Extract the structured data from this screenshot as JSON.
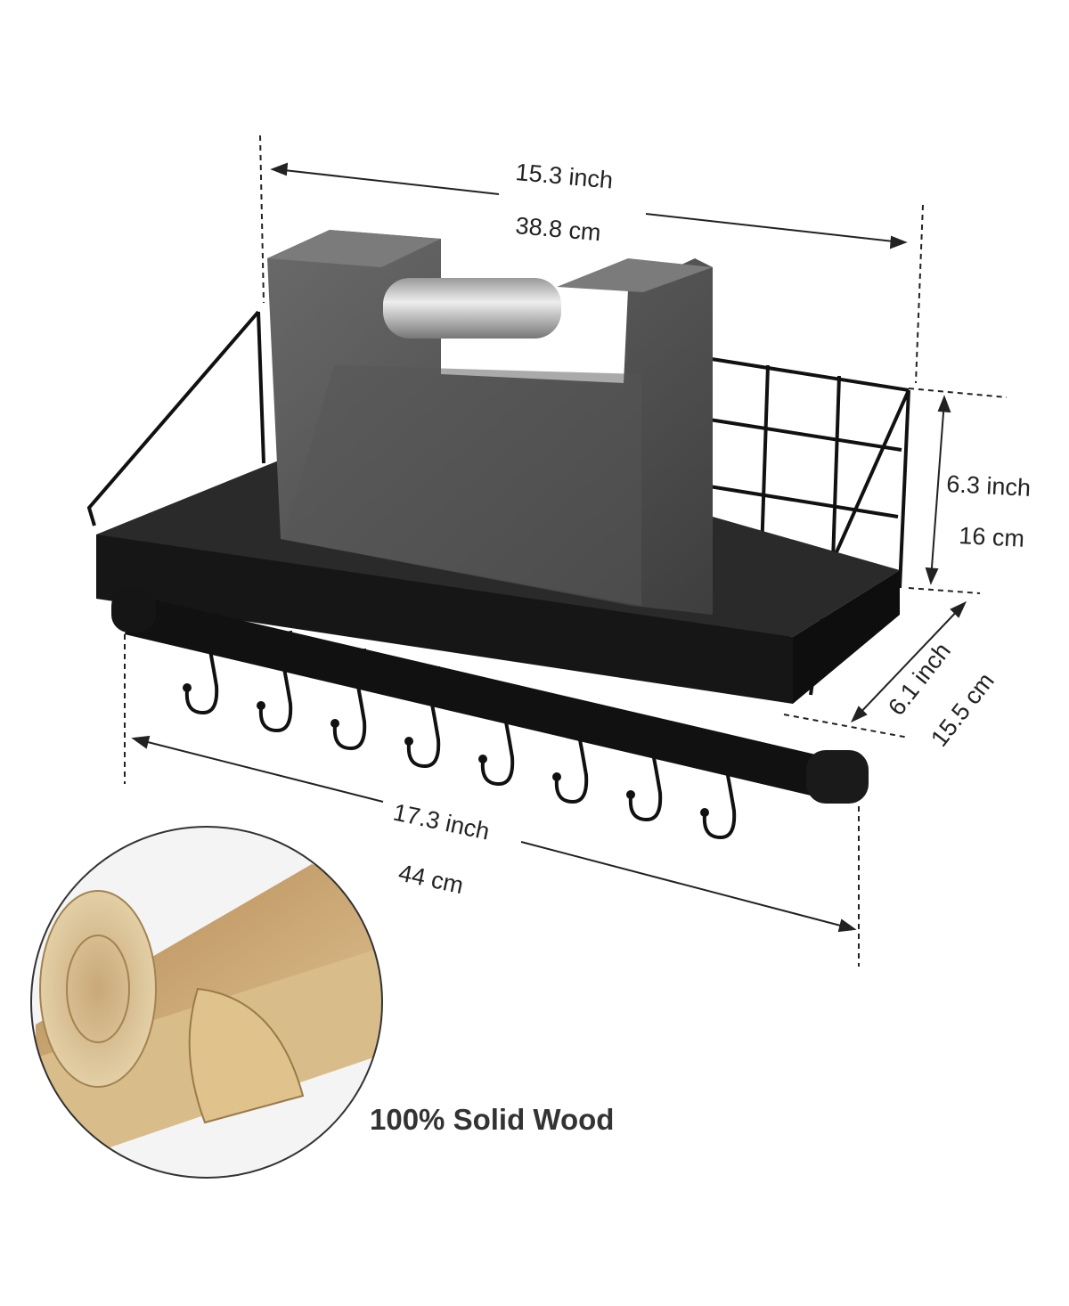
{
  "dimensions": {
    "width_top": {
      "inch": "15.3 inch",
      "cm": "38.8 cm"
    },
    "height": {
      "inch": "6.3 inch",
      "cm": "16 cm"
    },
    "depth": {
      "inch": "6.1 inch",
      "cm": "15.5 cm"
    },
    "width_bottom": {
      "inch": "17.3 inch",
      "cm": "44 cm"
    }
  },
  "caption": "100% Solid Wood",
  "colors": {
    "shelf": "#1c1c1c",
    "weight": "#5a5a5a",
    "wood": "#c9a46a",
    "text": "#222222"
  }
}
